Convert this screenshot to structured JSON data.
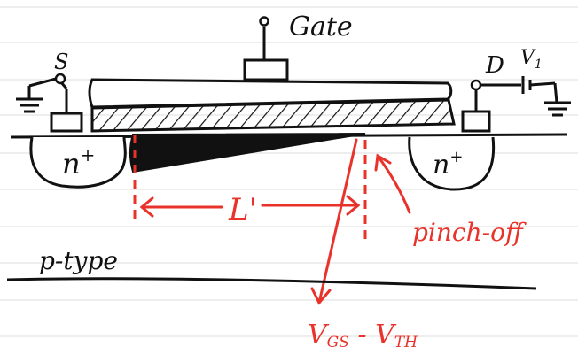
{
  "colors": {
    "ink": "#111111",
    "annotation": "#e8322a",
    "ruled_line": "#dcdcdc",
    "oxide_fill": "#ffffff",
    "channel_fill": "#111111"
  },
  "labels": {
    "gate": "Gate",
    "source": "S",
    "drain": "D",
    "voltage": "V",
    "voltage_sub": "1",
    "n_plus_left": "n",
    "n_plus_left_sup": "+",
    "n_plus_right": "n",
    "n_plus_right_sup": "+",
    "length": "L'",
    "pinch_off": "pinch-off",
    "substrate": "p-type",
    "vgs_main": "V",
    "vgs_sub": "GS",
    "vgs_minus": " - ",
    "vth_main": "V",
    "vth_sub": "TH"
  }
}
